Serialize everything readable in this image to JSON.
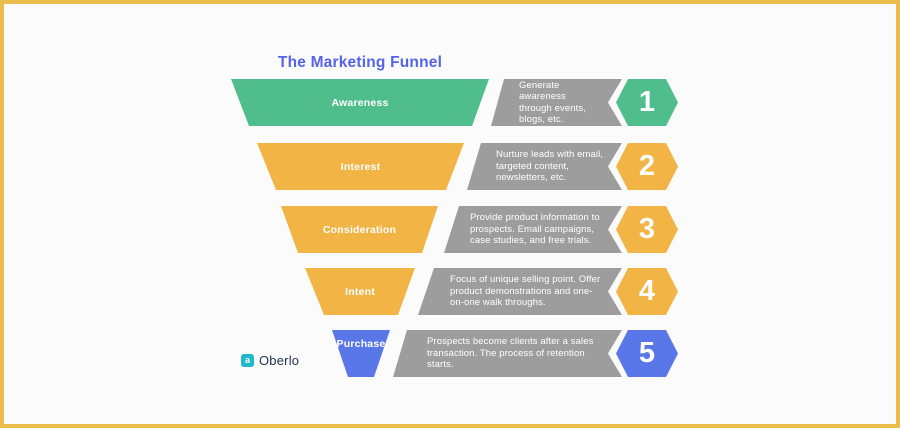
{
  "page": {
    "background_color": "#fbfbfc",
    "frame_color": "#ecbc4c",
    "banner_color": "#9d9d9d"
  },
  "title": {
    "text": "The Marketing Funnel",
    "color": "#5463e8"
  },
  "funnel": {
    "stages": [
      {
        "label": "Awareness",
        "color": "#4fbe8c",
        "description": "Generate awareness\nthrough events,\nblogs, etc.",
        "number": "1"
      },
      {
        "label": "Interest",
        "color": "#f1b445",
        "description": "Nurture leads with email,\ntargeted content,\nnewsletters, etc.",
        "number": "2"
      },
      {
        "label": "Consideration",
        "color": "#f1b445",
        "description": "Provide product information to\nprospects. Email campaigns,\ncase studies, and free trials.",
        "number": "3"
      },
      {
        "label": "Intent",
        "color": "#f1b445",
        "description": "Focus of unique selling point. Offer\nproduct demonstrations and one-\non-one walk throughs.",
        "number": "4"
      },
      {
        "label": "Purchase",
        "color": "#5a77e9",
        "description": "Prospects become clients after a sales\ntransaction. The process of retention starts.",
        "number": "5"
      }
    ]
  },
  "logo": {
    "icon_glyph": "a",
    "icon_color": "#1fb7cb",
    "text": "Oberlo"
  }
}
